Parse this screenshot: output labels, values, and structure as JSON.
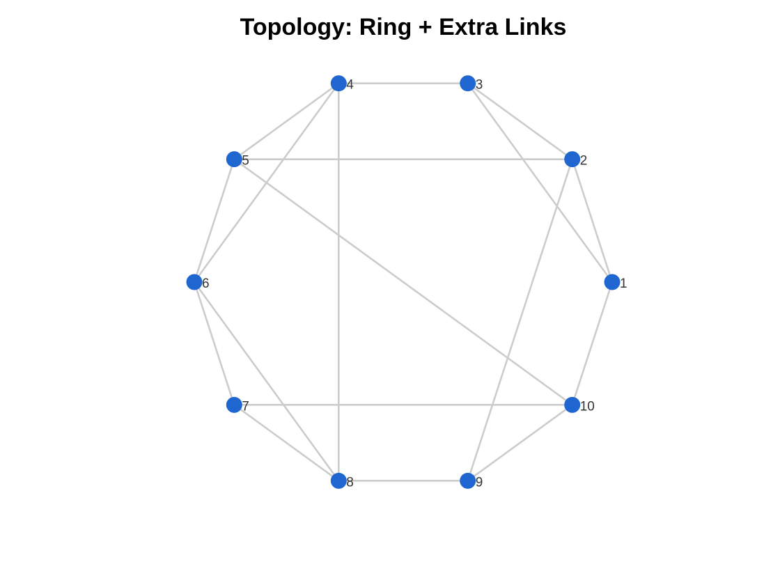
{
  "title": "Topology: Ring + Extra Links",
  "colors": {
    "node": "#1f66d1",
    "edge": "#cccccc",
    "label": "#333333",
    "title": "#000000"
  },
  "layout": "circular",
  "nodes": [
    {
      "id": "1",
      "label": "1"
    },
    {
      "id": "2",
      "label": "2"
    },
    {
      "id": "3",
      "label": "3"
    },
    {
      "id": "4",
      "label": "4"
    },
    {
      "id": "5",
      "label": "5"
    },
    {
      "id": "6",
      "label": "6"
    },
    {
      "id": "7",
      "label": "7"
    },
    {
      "id": "8",
      "label": "8"
    },
    {
      "id": "9",
      "label": "9"
    },
    {
      "id": "10",
      "label": "10"
    }
  ],
  "edges": [
    [
      "1",
      "2"
    ],
    [
      "2",
      "3"
    ],
    [
      "3",
      "4"
    ],
    [
      "4",
      "5"
    ],
    [
      "5",
      "6"
    ],
    [
      "6",
      "7"
    ],
    [
      "7",
      "8"
    ],
    [
      "8",
      "9"
    ],
    [
      "9",
      "10"
    ],
    [
      "10",
      "1"
    ],
    [
      "1",
      "3"
    ],
    [
      "2",
      "5"
    ],
    [
      "2",
      "9"
    ],
    [
      "4",
      "6"
    ],
    [
      "4",
      "8"
    ],
    [
      "5",
      "10"
    ],
    [
      "6",
      "8"
    ],
    [
      "7",
      "10"
    ]
  ]
}
